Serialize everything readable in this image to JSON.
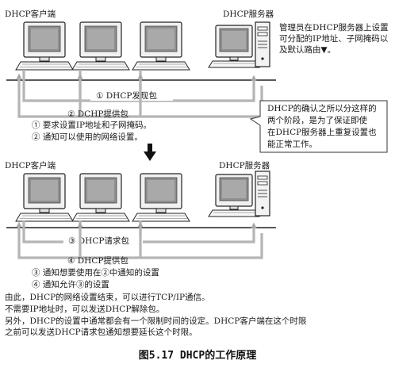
{
  "top": {
    "client_group_label": "DHCP客户端",
    "server_label": "DHCP服务器",
    "server_note_lines": [
      "管理员在DHCP服务器上设置",
      "可分配的IP地址、子网掩码以",
      "及默认路由▼。"
    ],
    "discover_label": "① DHCP发现包",
    "offer_label": "② DCHP提供包",
    "offer_details": [
      "① 要求设置IP地址和子网掩码。",
      "② 通知可以使用的网络设置。"
    ]
  },
  "callout_lines": [
    "DHCP的确认之所以分这样的",
    "两个阶段，是为了保证即使",
    "在DHCP服务器上重复设置也",
    "能正常工作。"
  ],
  "bottom": {
    "client_group_label": "DHCP客户端",
    "server_label": "DHCP服务器",
    "request_label": "③ DHCP请求包",
    "ack_label": "④ DHCP提供包",
    "ack_details": [
      "③ 通知想要使用在②中通知的设置",
      "④ 通知允许③的设置"
    ]
  },
  "footer_lines": [
    "由此，DHCP的网络设置结束，可以进行TCP/IP通信。",
    "不需要IP地址时，可以发送DHCP解除包。",
    "另外，DHCP的设置中通常都会有一个限制时间的设定。DHCP客户端在这个时限",
    "之前可以发送DHCP请求包通知想要延长这个时限。"
  ],
  "caption": "图5.17  DHCP的工作原理",
  "colors": {
    "flow_arrow": "#b5b5b5",
    "network_line": "#222222",
    "screen": "#8f8f8f"
  }
}
